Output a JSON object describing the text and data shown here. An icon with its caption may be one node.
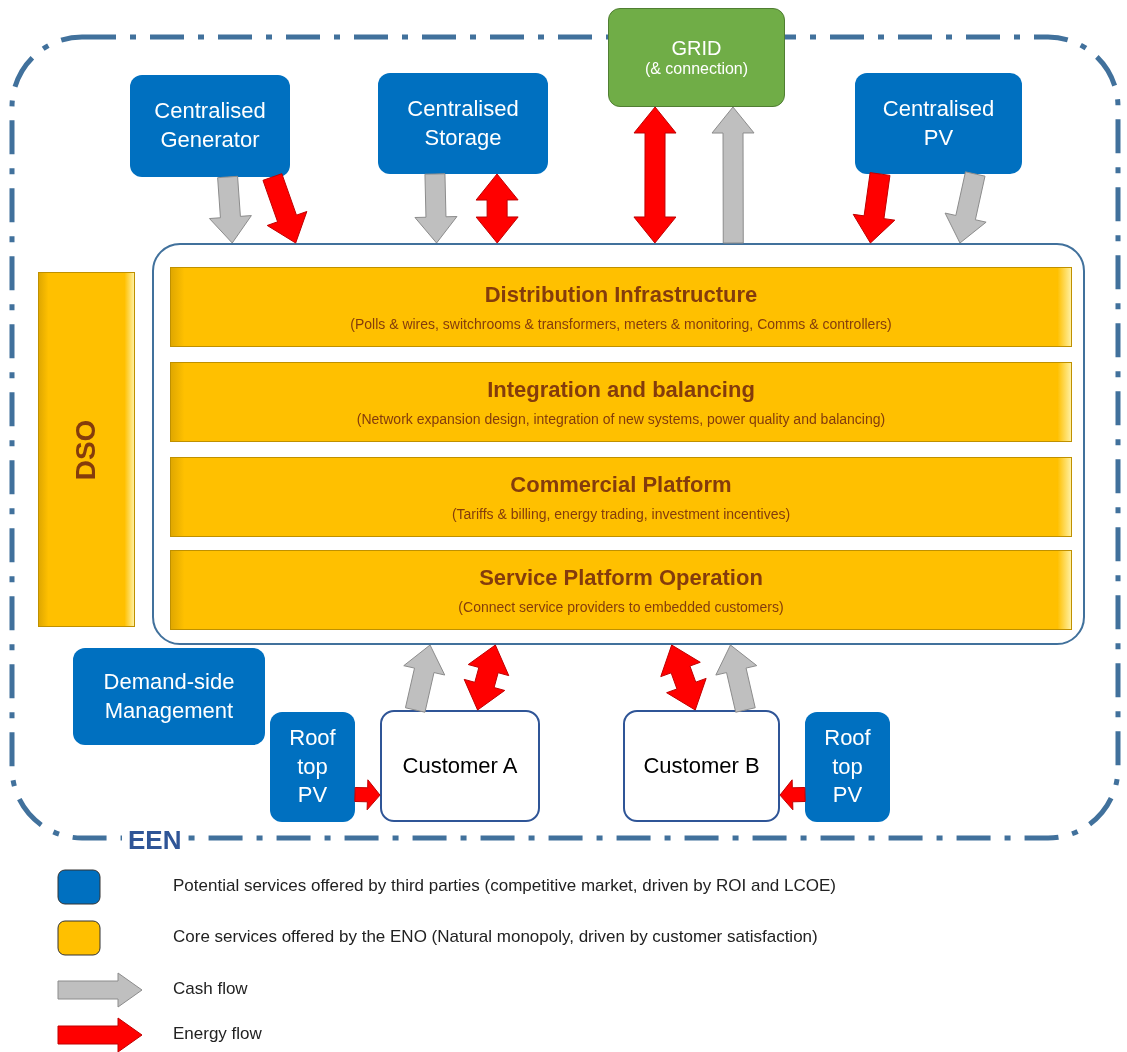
{
  "diagram": {
    "nodes": [
      {
        "text": [
          "EEN"
        ]
      },
      {
        "text": [
          "Centralised Generator"
        ],
        "in": 0
      },
      {
        "text": [
          "Centralised Storage"
        ],
        "in": 0
      },
      {
        "text": [
          "GRID",
          "(& connection)"
        ]
      },
      {
        "text": [
          "Centralised PV"
        ],
        "in": 0
      },
      {
        "text": [
          "DSO"
        ],
        "in": 0
      },
      {
        "text": [],
        "shape": "box",
        "in": 0
      },
      {
        "text": [
          "Distribution Infrastructure",
          "(Polls & wires, switchrooms & transformers, meters & monitoring,  Comms & controllers)"
        ],
        "in": 6
      },
      {
        "text": [
          "Integration and balancing",
          "(Network expansion design, integration of new systems, power quality and balancing)"
        ],
        "in": 6
      },
      {
        "text": [
          "Commercial Platform",
          "(Tariffs & billing, energy trading, investment incentives)"
        ],
        "in": 6
      },
      {
        "text": [
          "Service Platform Operation",
          "(Connect service providers to embedded customers)"
        ],
        "in": 6
      },
      {
        "text": [
          "Demand-side Management"
        ],
        "in": 0
      },
      {
        "text": [
          "Roof top PV"
        ],
        "in": 0
      },
      {
        "text": [
          "Customer A"
        ],
        "in": 0
      },
      {
        "text": [
          "Customer B"
        ],
        "in": 0
      },
      {
        "text": [
          "Roof top PV"
        ],
        "in": 0
      }
    ],
    "edges": [
      {
        "from": 1,
        "to": 6,
        "arrow": "to",
        "color": "#bfbfbf"
      },
      {
        "from": 1,
        "to": 6,
        "arrow": "to"
      },
      {
        "from": 2,
        "to": 6,
        "arrow": "to",
        "color": "#bfbfbf"
      },
      {
        "from": 2,
        "to": 6,
        "arrow": "both"
      },
      {
        "from": 6,
        "to": 3,
        "arrow": "both"
      },
      {
        "from": 6,
        "to": 3,
        "arrow": "to",
        "color": "#bfbfbf"
      },
      {
        "from": 4,
        "to": 6,
        "arrow": "to"
      },
      {
        "from": 4,
        "to": 6,
        "arrow": "to",
        "color": "#bfbfbf"
      },
      {
        "from": 13,
        "to": 6,
        "arrow": "to",
        "color": "#bfbfbf"
      },
      {
        "from": 13,
        "to": 6,
        "arrow": "both"
      },
      {
        "from": 14,
        "to": 6,
        "arrow": "both"
      },
      {
        "from": 14,
        "to": 6,
        "arrow": "to",
        "color": "#bfbfbf"
      },
      {
        "from": 12,
        "to": 13,
        "arrow": "to"
      },
      {
        "from": 15,
        "to": 14,
        "arrow": "to"
      }
    ],
    "legend": [
      {
        "text": "Potential services offered by third parties (competitive market, driven by ROI and LCOE)",
        "color": "#0070c0"
      },
      {
        "text": "Core services offered by the ENO (Natural monopoly, driven by customer satisfaction)",
        "color": "#ffc000"
      },
      {
        "text": "Cash flow"
      },
      {
        "text": "Energy flow"
      }
    ]
  }
}
